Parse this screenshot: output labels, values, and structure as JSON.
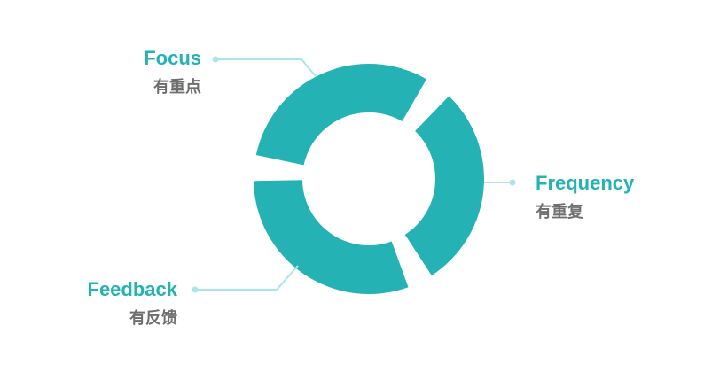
{
  "diagram": {
    "accent_color": "#24b2b5",
    "connector_color": "#a9e5ea",
    "subtitle_color": "#6e6e6e",
    "segments": [
      {
        "title": "Focus",
        "subtitle": "有重点"
      },
      {
        "title": "Frequency",
        "subtitle": "有重复"
      },
      {
        "title": "Feedback",
        "subtitle": "有反馈"
      }
    ]
  }
}
